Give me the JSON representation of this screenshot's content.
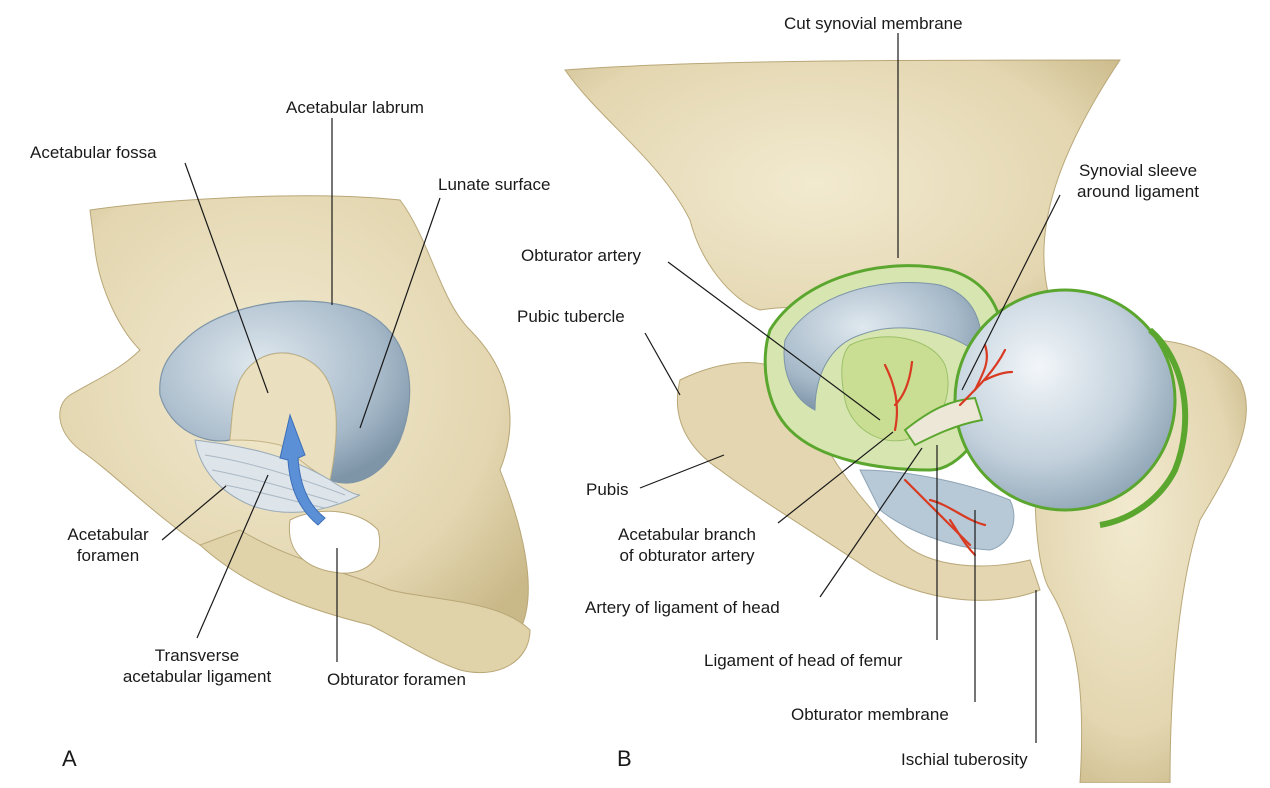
{
  "panels": {
    "a": "A",
    "b": "B"
  },
  "labels_a": {
    "acetabular_labrum": "Acetabular labrum",
    "acetabular_fossa": "Acetabular fossa",
    "lunate_surface": "Lunate surface",
    "acetabular_foramen_1": "Acetabular",
    "acetabular_foramen_2": "foramen",
    "transverse_lig_1": "Transverse",
    "transverse_lig_2": "acetabular ligament",
    "obturator_foramen": "Obturator foramen"
  },
  "labels_b": {
    "cut_synovial": "Cut synovial membrane",
    "synovial_sleeve_1": "Synovial sleeve",
    "synovial_sleeve_2": "around ligament",
    "obturator_artery": "Obturator artery",
    "pubic_tubercle": "Pubic tubercle",
    "pubis": "Pubis",
    "acetabular_branch_1": "Acetabular branch",
    "acetabular_branch_2": "of obturator artery",
    "artery_lig_head": "Artery of ligament of head",
    "lig_head_femur": "Ligament of head of femur",
    "obturator_membrane": "Obturator membrane",
    "ischial_tuberosity": "Ischial tuberosity"
  },
  "colors": {
    "bone": "#e7dcbc",
    "bone_shadow": "#cbbb8c",
    "cartilage": "#a9bccb",
    "cartilage_light": "#cdd9e2",
    "synovial": "#5aa62e",
    "synovial_fill": "#cfe0a0",
    "artery": "#d93a22",
    "arrow": "#5b8fd6"
  }
}
